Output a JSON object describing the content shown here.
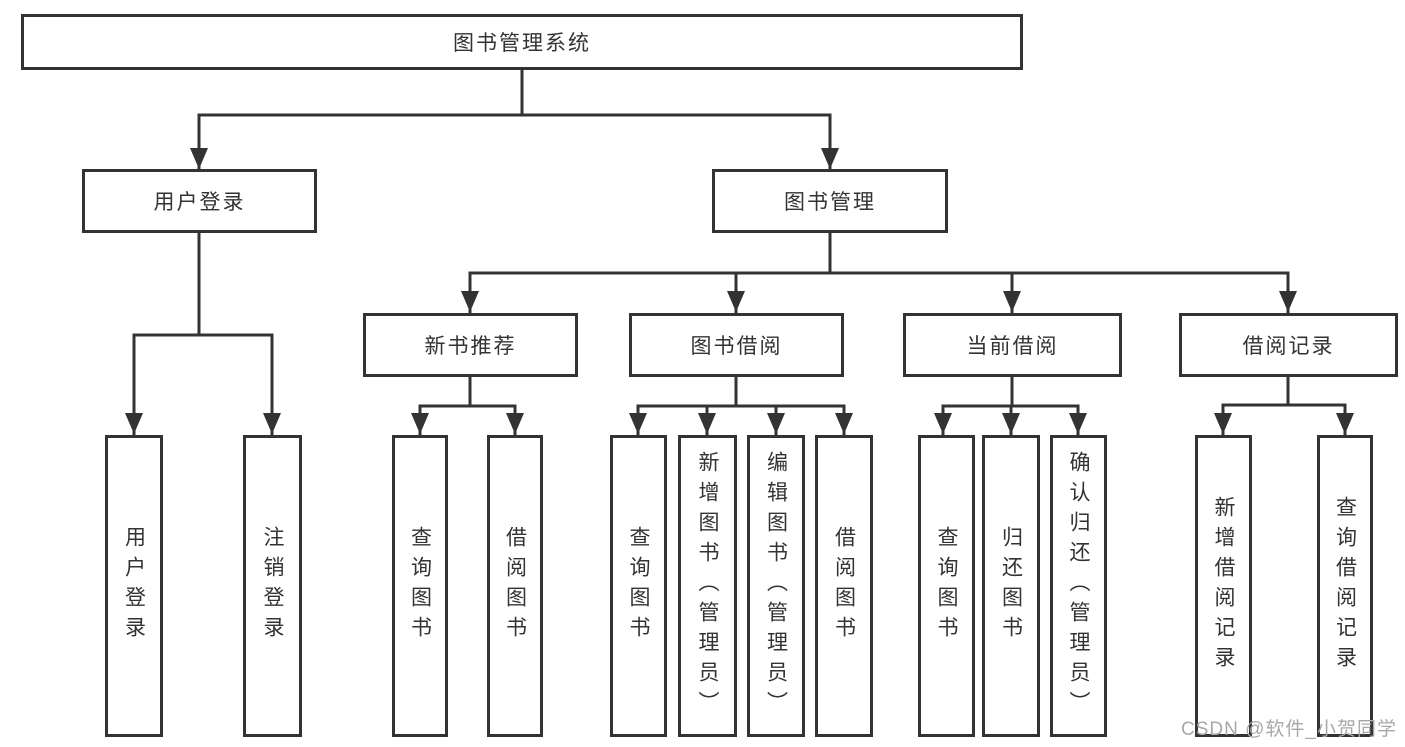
{
  "diagram_title": "图书管理系统",
  "colors": {
    "line": "#333333",
    "text": "#333333",
    "background": "#ffffff",
    "watermark": "#a8a8a8"
  },
  "tree": {
    "root": {
      "label": "图书管理系统",
      "children": [
        {
          "label": "用户登录",
          "children": [
            {
              "label": "用户登录"
            },
            {
              "label": "注销登录"
            }
          ]
        },
        {
          "label": "图书管理",
          "children": [
            {
              "label": "新书推荐",
              "children": [
                {
                  "label": "查询图书"
                },
                {
                  "label": "借阅图书"
                }
              ]
            },
            {
              "label": "图书借阅",
              "children": [
                {
                  "label": "查询图书"
                },
                {
                  "label": "新增图书（管理员）"
                },
                {
                  "label": "编辑图书（管理员）"
                },
                {
                  "label": "借阅图书"
                }
              ]
            },
            {
              "label": "当前借阅",
              "children": [
                {
                  "label": "查询图书"
                },
                {
                  "label": "归还图书"
                },
                {
                  "label": "确认归还（管理员）"
                }
              ]
            },
            {
              "label": "借阅记录",
              "children": [
                {
                  "label": "新增借阅记录"
                },
                {
                  "label": "查询借阅记录"
                }
              ]
            }
          ]
        }
      ]
    }
  },
  "watermark": {
    "text": "CSDN @软件_小贺同学"
  }
}
